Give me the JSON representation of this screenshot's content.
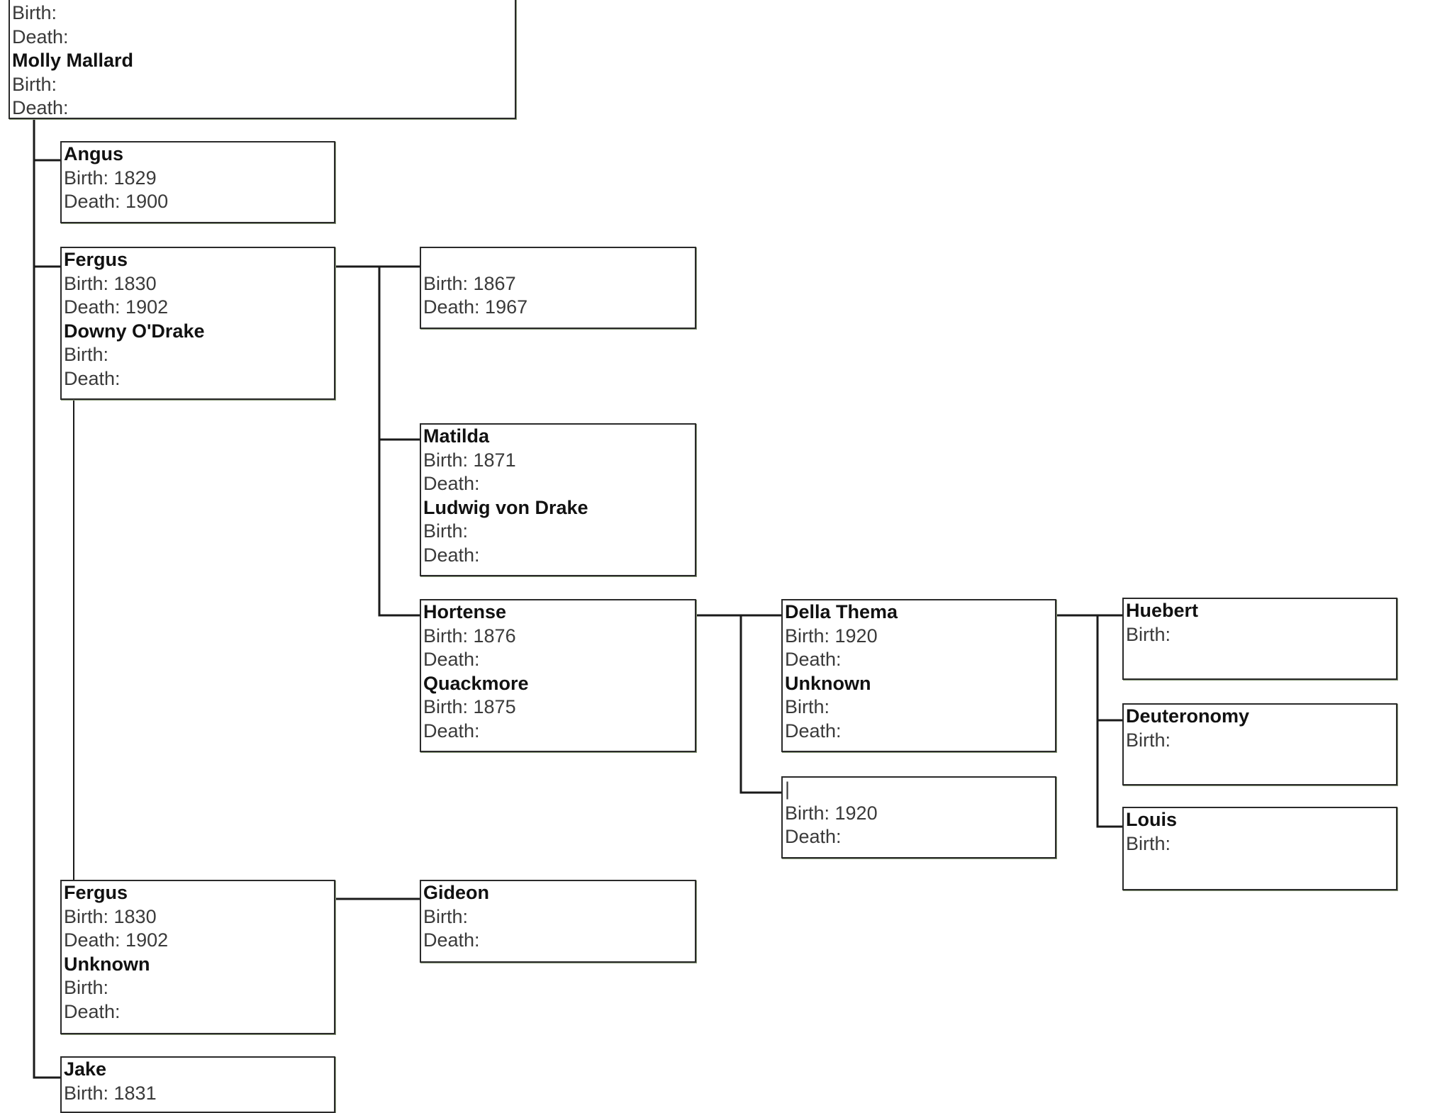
{
  "people": {
    "root": {
      "rows": [
        {
          "text": "Birth:",
          "bold": false
        },
        {
          "text": "Death:",
          "bold": false
        },
        {
          "text": "Molly Mallard",
          "bold": true
        },
        {
          "text": "Birth:",
          "bold": false
        },
        {
          "text": "Death:",
          "bold": false
        }
      ]
    },
    "angus": {
      "rows": [
        {
          "text": "Angus",
          "bold": true
        },
        {
          "text": "Birth: 1829",
          "bold": false
        },
        {
          "text": "Death: 1900",
          "bold": false
        }
      ]
    },
    "fergus_1": {
      "rows": [
        {
          "text": "Fergus",
          "bold": true
        },
        {
          "text": "Birth: 1830",
          "bold": false
        },
        {
          "text": "Death: 1902",
          "bold": false
        },
        {
          "text": "Downy O'Drake",
          "bold": true
        },
        {
          "text": "Birth:",
          "bold": false
        },
        {
          "text": "Death:",
          "bold": false
        }
      ]
    },
    "unnamed_1867": {
      "rows": [
        {
          "text": "",
          "bold": true
        },
        {
          "text": "Birth: 1867",
          "bold": false
        },
        {
          "text": "Death: 1967",
          "bold": false
        }
      ]
    },
    "matilda": {
      "rows": [
        {
          "text": "Matilda",
          "bold": true
        },
        {
          "text": "Birth: 1871",
          "bold": false
        },
        {
          "text": "Death:",
          "bold": false
        },
        {
          "text": "Ludwig von Drake",
          "bold": true
        },
        {
          "text": "Birth:",
          "bold": false
        },
        {
          "text": "Death:",
          "bold": false
        }
      ]
    },
    "hortense": {
      "rows": [
        {
          "text": "Hortense",
          "bold": true
        },
        {
          "text": "Birth: 1876",
          "bold": false
        },
        {
          "text": "Death:",
          "bold": false
        },
        {
          "text": "Quackmore",
          "bold": true
        },
        {
          "text": "Birth: 1875",
          "bold": false
        },
        {
          "text": "Death:",
          "bold": false
        }
      ]
    },
    "della_thema": {
      "rows": [
        {
          "text": "Della Thema",
          "bold": true
        },
        {
          "text": "Birth: 1920",
          "bold": false
        },
        {
          "text": "Death:",
          "bold": false
        },
        {
          "text": "Unknown",
          "bold": true
        },
        {
          "text": "Birth:",
          "bold": false
        },
        {
          "text": "Death:",
          "bold": false
        }
      ]
    },
    "unnamed_1920": {
      "rows": [
        {
          "text": "|",
          "bold": false
        },
        {
          "text": "Birth: 1920",
          "bold": false
        },
        {
          "text": "Death:",
          "bold": false
        }
      ]
    },
    "huebert": {
      "rows": [
        {
          "text": "Huebert",
          "bold": true
        },
        {
          "text": "Birth:",
          "bold": false
        }
      ]
    },
    "deuteronomy": {
      "rows": [
        {
          "text": "Deuteronomy",
          "bold": true
        },
        {
          "text": "Birth:",
          "bold": false
        }
      ]
    },
    "louis": {
      "rows": [
        {
          "text": "Louis",
          "bold": true
        },
        {
          "text": "Birth:",
          "bold": false
        }
      ]
    },
    "fergus_2": {
      "rows": [
        {
          "text": "Fergus",
          "bold": true
        },
        {
          "text": "Birth: 1830",
          "bold": false
        },
        {
          "text": "Death: 1902",
          "bold": false
        },
        {
          "text": "Unknown",
          "bold": true
        },
        {
          "text": "Birth:",
          "bold": false
        },
        {
          "text": "Death:",
          "bold": false
        }
      ]
    },
    "gideon": {
      "rows": [
        {
          "text": "Gideon",
          "bold": true
        },
        {
          "text": "Birth:",
          "bold": false
        },
        {
          "text": "Death:",
          "bold": false
        }
      ]
    },
    "jake": {
      "rows": [
        {
          "text": "Jake",
          "bold": true
        },
        {
          "text": "Birth: 1831",
          "bold": false
        }
      ]
    }
  },
  "colors": {
    "box_border": "#2a2a2a",
    "connector": "#1a1a1a",
    "name_text": "#111111",
    "detail_text": "#3a3a3a",
    "background": "#ffffff"
  }
}
